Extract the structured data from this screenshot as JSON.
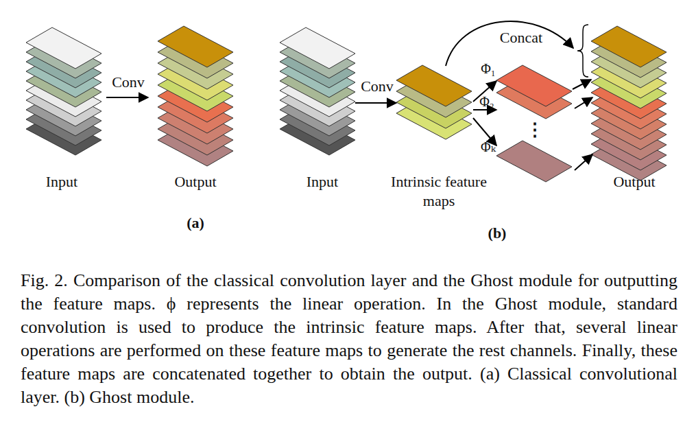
{
  "diagram": {
    "caption": "Fig. 2.   Comparison of the classical convolution layer and the Ghost module for outputting the feature maps. ϕ represents the linear operation. In the Ghost module, standard convolution is used to produce the intrinsic feature maps. After that, several linear operations are performed on these feature maps to generate the rest channels. Finally, these feature maps are concatenated together to obtain the output. (a) Classical convolutional layer. (b) Ghost module.",
    "labels": [
      "Conv",
      "Input",
      "Output",
      "(a)",
      "Conv",
      "Concat",
      "Φ₁",
      "Φ₂",
      "⋮",
      "Φₖ",
      "Input",
      "Intrinsic feature maps",
      "Output",
      "(b)"
    ]
  }
}
